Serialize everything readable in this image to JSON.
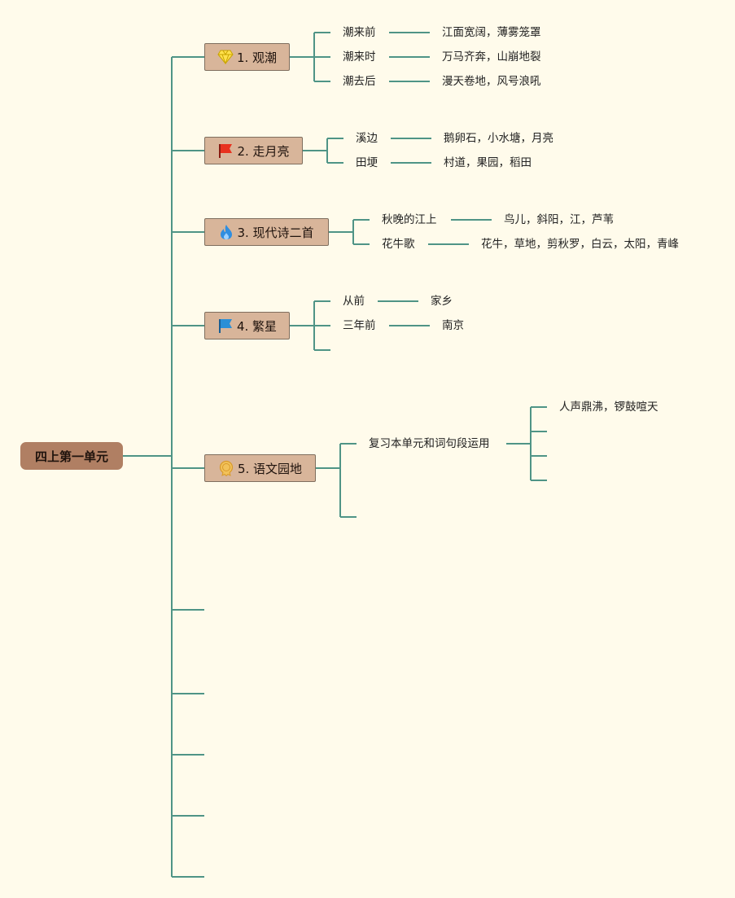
{
  "root": {
    "label": "四上第一单元"
  },
  "colors": {
    "line": "#4f9486",
    "root_bg": "#b07f63",
    "branch_bg": "#d8b59a",
    "background": "#fffbeb"
  },
  "branches": [
    {
      "label": "1. 观潮",
      "icon": "diamond-icon",
      "children": [
        {
          "label": "潮来前",
          "detail": "江面宽阔，薄雾笼罩"
        },
        {
          "label": "潮来时",
          "detail": "万马齐奔，山崩地裂"
        },
        {
          "label": "潮去后",
          "detail": "漫天卷地，风号浪吼"
        }
      ]
    },
    {
      "label": "2. 走月亮",
      "icon": "red-flag-icon",
      "children": [
        {
          "label": "溪边",
          "detail": "鹅卵石，小水塘，月亮"
        },
        {
          "label": "田埂",
          "detail": "村道，果园，稻田"
        }
      ]
    },
    {
      "label": "3. 现代诗二首",
      "icon": "flame-icon",
      "children": [
        {
          "label": "秋晚的江上",
          "detail": "鸟儿，斜阳，江，芦苇"
        },
        {
          "label": "花牛歌",
          "detail": "花牛，草地，剪秋罗，白云，太阳，青峰"
        }
      ]
    },
    {
      "label": "4. 繁星",
      "icon": "blue-flag-icon",
      "children": [
        {
          "label": "从前",
          "detail": "家乡"
        },
        {
          "label": "三年前",
          "detail": "南京"
        },
        {
          "label": "",
          "detail": ""
        }
      ]
    },
    {
      "label": "5. 语文园地",
      "icon": "medal-icon",
      "children": [
        {
          "label": "复习本单元和词句段运用",
          "details": [
            "人声鼎沸，锣鼓喧天",
            "",
            "",
            ""
          ]
        },
        {
          "label": ""
        }
      ]
    }
  ]
}
